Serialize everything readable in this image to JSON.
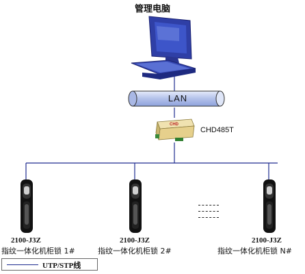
{
  "title": "管理电脑",
  "network": {
    "lan_label": "LAN"
  },
  "converter": {
    "logo": "CHD",
    "name": "CHD485T"
  },
  "locks": [
    {
      "model": "2100-J3Z",
      "name": "指纹一体化机柜锁 1#"
    },
    {
      "model": "2100-J3Z",
      "name": "指纹一体化机柜锁 2#"
    },
    {
      "model": "2100-J3Z",
      "name": "指纹一体化机柜锁 N#"
    }
  ],
  "legend": {
    "label": "UTP/STP线",
    "line_color": "#1d2b8f"
  },
  "colors": {
    "bus": "#1d2b8f",
    "lan_pipe": "#b8c4e8",
    "monitor": "#2a3a9e"
  }
}
